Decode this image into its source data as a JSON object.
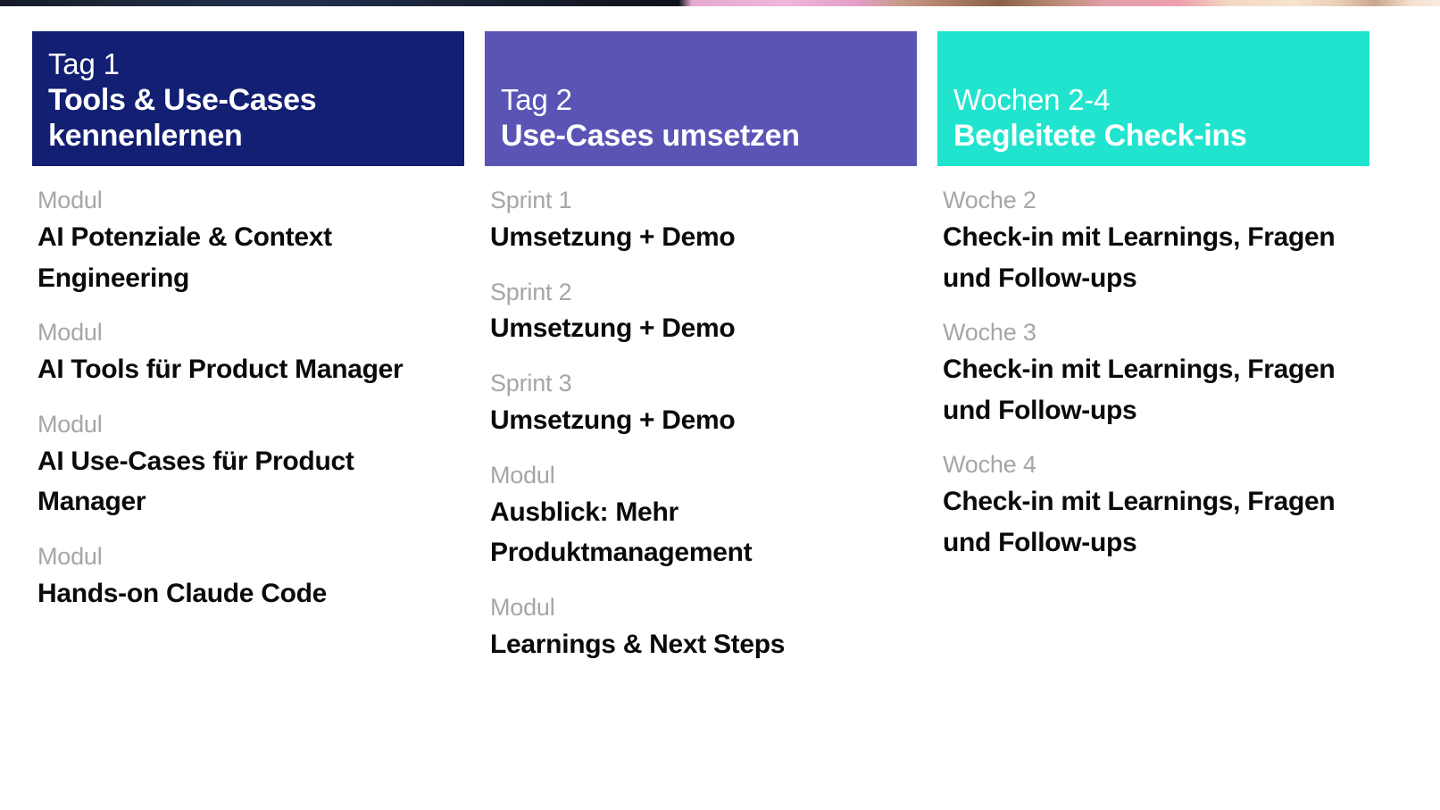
{
  "top_strip": {
    "name": "cropped-image-sliver"
  },
  "colors": {
    "card1_header_bg": "#121f72",
    "card2_header_bg": "#5a55b5",
    "card3_header_bg": "#21e4ce",
    "header_text": "#ffffff",
    "entry_label": "#a6a6a6",
    "entry_value": "#0a0a0a",
    "page_bg": "#ffffff"
  },
  "columns": [
    {
      "header": {
        "eyebrow": "Tag 1",
        "title": "Tools & Use-Cases kennenlernen"
      },
      "entries": [
        {
          "label": "Modul",
          "value": "AI Potenziale & Context Engineering"
        },
        {
          "label": "Modul",
          "value": "AI Tools für Product Manager"
        },
        {
          "label": "Modul",
          "value": "AI Use-Cases für Product Manager"
        },
        {
          "label": "Modul",
          "value": "Hands-on Claude Code"
        }
      ]
    },
    {
      "header": {
        "eyebrow": "Tag 2",
        "title": "Use-Cases umsetzen"
      },
      "entries": [
        {
          "label": "Sprint 1",
          "value": "Umsetzung + Demo"
        },
        {
          "label": "Sprint 2",
          "value": "Umsetzung + Demo"
        },
        {
          "label": "Sprint 3",
          "value": "Umsetzung + Demo"
        },
        {
          "label": "Modul",
          "value": "Ausblick: Mehr Produktmanagement"
        },
        {
          "label": "Modul",
          "value": "Learnings & Next Steps"
        }
      ]
    },
    {
      "header": {
        "eyebrow": "Wochen 2-4",
        "title": "Begleitete Check-ins"
      },
      "entries": [
        {
          "label": "Woche 2",
          "value": "Check-in mit Learnings, Fragen und Follow-ups"
        },
        {
          "label": "Woche 3",
          "value": "Check-in mit Learnings, Fragen und Follow-ups"
        },
        {
          "label": "Woche 4",
          "value": "Check-in mit Learnings, Fragen und Follow-ups"
        }
      ]
    }
  ]
}
